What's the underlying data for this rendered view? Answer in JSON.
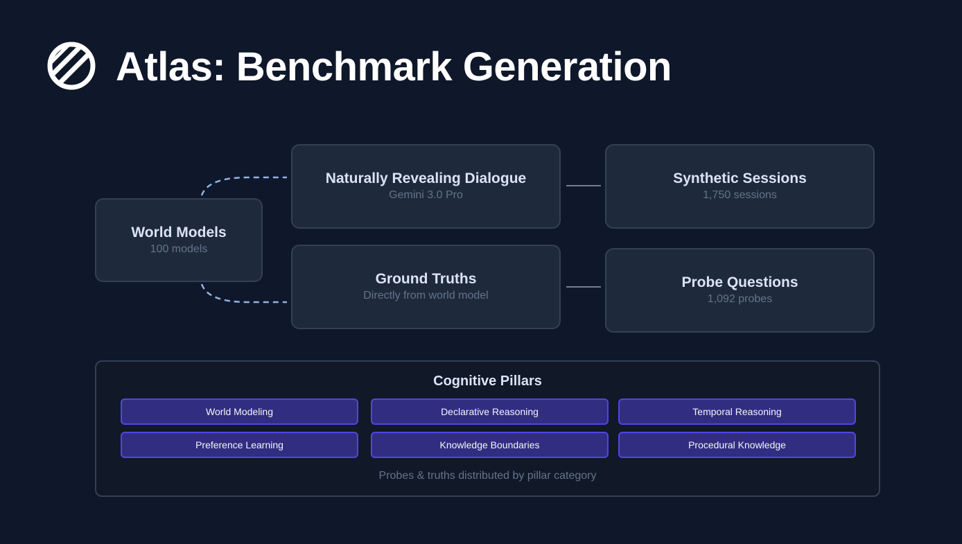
{
  "header": {
    "title": "Atlas: Benchmark Generation",
    "logo_icon": "circle-slash-logo-icon"
  },
  "nodes": {
    "world_models": {
      "label": "World Models",
      "sub": "100 models"
    },
    "dialogue": {
      "label": "Naturally Revealing Dialogue",
      "sub": "Gemini 3.0 Pro"
    },
    "ground_truths": {
      "label": "Ground Truths",
      "sub": "Directly from world model"
    },
    "sessions": {
      "label": "Synthetic Sessions",
      "sub": "1,750 sessions"
    },
    "probes": {
      "label": "Probe Questions",
      "sub": "1,092 probes"
    }
  },
  "pillars": {
    "title": "Cognitive Pillars",
    "items": [
      "World Modeling",
      "Declarative Reasoning",
      "Temporal Reasoning",
      "Preference Learning",
      "Knowledge Boundaries",
      "Procedural Knowledge"
    ],
    "footer": "Probes & truths distributed by pillar category"
  },
  "colors": {
    "background": "#0f172a",
    "node_fill": "#1e293b",
    "node_border": "#334155",
    "pill_fill": "#312e81",
    "pill_border": "#4f46e5",
    "dashed_connector": "#93b4e6",
    "solid_connector": "#94a3b8"
  }
}
